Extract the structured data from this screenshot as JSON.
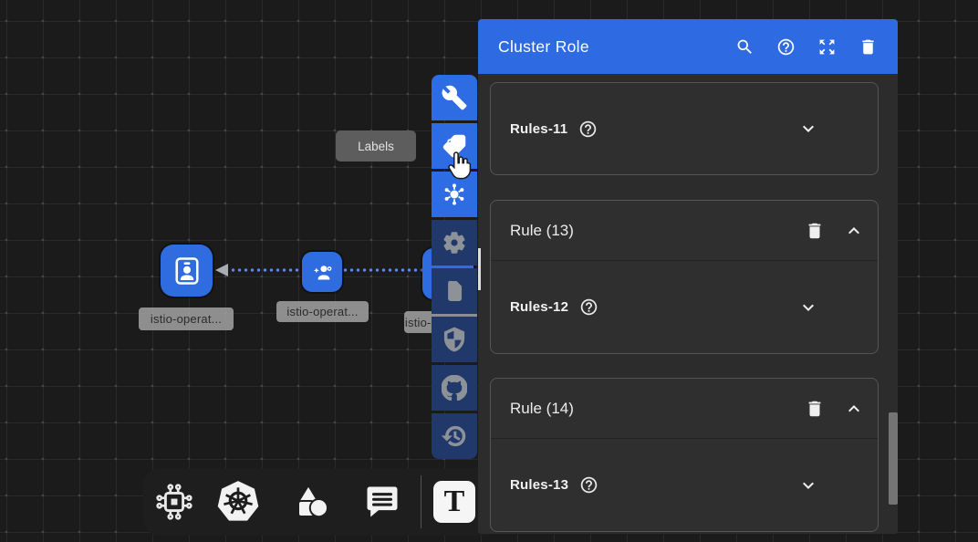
{
  "canvas": {
    "tooltip_label": "Labels",
    "nodes": [
      {
        "label": "istio-operat...",
        "icon": "id-badge-icon"
      },
      {
        "label": "istio-operat...",
        "icon": "user-sparkle-icon"
      },
      {
        "label": "istio-operat...",
        "icon": "hidden-behind-toolbar"
      }
    ]
  },
  "left_toolbar": {
    "buttons": [
      "wrench",
      "tag",
      "mesh-flake",
      "gear",
      "document-search",
      "shield",
      "github",
      "history"
    ]
  },
  "bottom_toolbar": {
    "buttons": [
      "circuit",
      "kubernetes",
      "shapes",
      "comment",
      "text-tool"
    ],
    "text_tool_glyph": "T"
  },
  "panel": {
    "title": "Cluster Role",
    "header_buttons": [
      "search",
      "help",
      "expand",
      "delete"
    ],
    "cards": [
      {
        "rules_label": "Rules-11"
      },
      {
        "header_label": "Rule (13)",
        "rules_label": "Rules-12"
      },
      {
        "header_label": "Rule (14)",
        "rules_label": "Rules-13"
      }
    ]
  },
  "colors": {
    "accent_blue": "#2e6ce4",
    "toolbar_inactive_blue": "#21396a",
    "panel_bg": "#2c2c2c",
    "card_bg": "#2f2f2f",
    "canvas_bg": "#1b1b1c",
    "edge_blue": "#5b86ef",
    "node_blue": "#2e6ce0"
  }
}
